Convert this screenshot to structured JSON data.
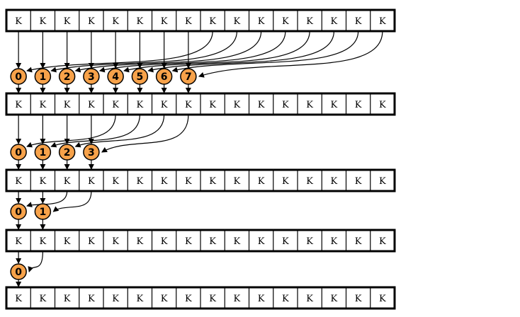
{
  "figure": {
    "cell_label": "K",
    "cells_per_row": 16,
    "node_fill": "#f7a24a",
    "stroke_color": "#000000",
    "background": "#ffffff"
  },
  "levels": [
    {
      "nodes": [
        "0",
        "1",
        "2",
        "3",
        "4",
        "5",
        "6",
        "7"
      ]
    },
    {
      "nodes": [
        "0",
        "1",
        "2",
        "3"
      ]
    },
    {
      "nodes": [
        "0",
        "1"
      ]
    },
    {
      "nodes": [
        "0"
      ]
    }
  ]
}
